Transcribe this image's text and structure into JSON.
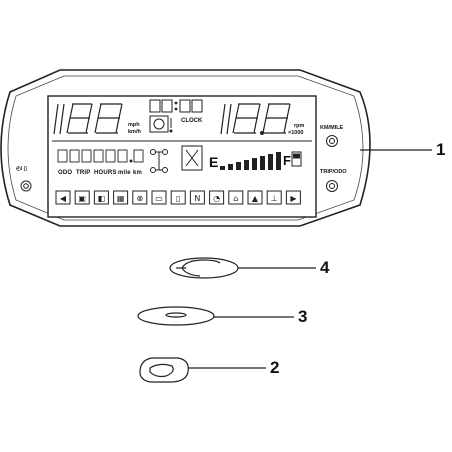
{
  "callouts": [
    "1",
    "2",
    "3",
    "4"
  ],
  "display": {
    "speed_digits": "188",
    "speed_unit_top": "mph",
    "speed_unit_bottom": "km/h",
    "clock_digits": "88:88",
    "clock_label": "CLOCK",
    "rpm_digits": "18.8",
    "rpm_unit_top": "rpm",
    "rpm_unit_bottom": "×1000",
    "odo_digits": "888888.8",
    "odo_labels": [
      "ODO",
      "TRIP",
      "HOURS",
      "mile",
      "km"
    ],
    "fuel_empty": "E",
    "fuel_full": "F"
  },
  "buttons": {
    "left_label": "◴/ ▯",
    "top_right_label": "KM/MILE",
    "bottom_right_label": "TRIP/ODO"
  },
  "indicators": [
    "left-turn-icon",
    "headlight-icon",
    "high-beam-icon",
    "engine-icon",
    "brake-icon",
    "oil-icon",
    "fuel-icon",
    "neutral-icon",
    "gear-icon",
    "thermometer-icon",
    "warning-icon",
    "parking-icon",
    "right-turn-icon"
  ]
}
